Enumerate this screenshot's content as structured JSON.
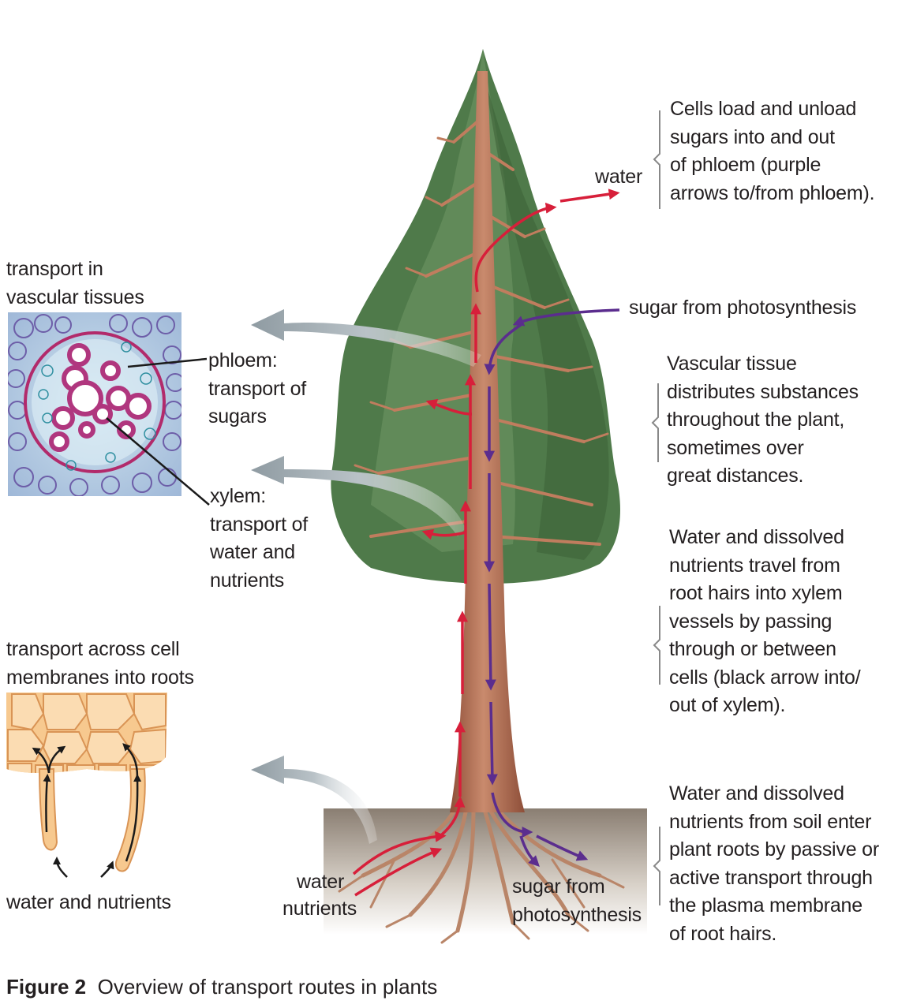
{
  "labels": {
    "vascular_heading": "transport in\nvascular tissues",
    "phloem": "phloem:\ntransport of\nsugars",
    "xylem": "xylem:\ntransport of\nwater and\nnutrients",
    "membrane_heading": "transport across cell\nmembranes into roots",
    "water_nutrients_root": "water and nutrients",
    "water_top": "water",
    "sugar_photo_top": "sugar from photosynthesis",
    "water_bottom": "water",
    "nutrients_bottom": "nutrients",
    "sugar_bottom": "sugar from\nphotosynthesis"
  },
  "notes": {
    "top": "Cells load and unload\nsugars into and out\nof phloem (purple\narrows to/from phloem).",
    "vascular": "Vascular tissue\ndistributes substances\nthroughout the plant,\nsometimes over\ngreat distances.",
    "xylem_entry": "Water and dissolved\nnutrients travel from\nroot hairs into xylem\nvessels by passing\nthrough or between\ncells (black arrow into/\nout of xylem).",
    "roots": "Water and dissolved\nnutrients from soil enter\nplant roots by passive or\nactive transport through\nthe plasma membrane\nof root hairs."
  },
  "caption": {
    "label": "Figure 2",
    "text": "Overview of transport routes in plants"
  },
  "colors": {
    "xylem_arrow": "#d71f3a",
    "phloem_arrow": "#5b2d8e",
    "trunk": "#b8735a",
    "foliage": "#4f7a4a",
    "soil": "#8a7e72",
    "root_cells": "#f7c98f"
  }
}
